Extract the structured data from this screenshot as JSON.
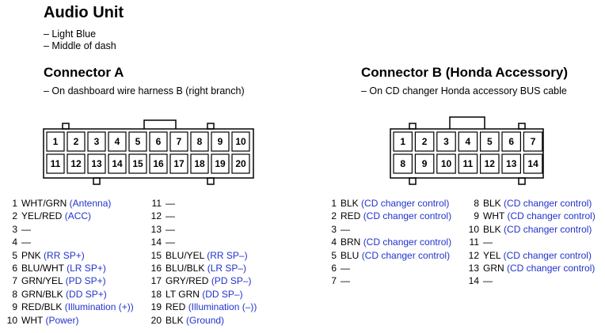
{
  "title": "Audio Unit",
  "unit_notes": [
    "– Light Blue",
    "– Middle of dash"
  ],
  "connector_a": {
    "title": "Connector A",
    "note": "– On dashboard wire harness B (right branch)",
    "top_pins": [
      "1",
      "2",
      "3",
      "4",
      "5",
      "6",
      "7",
      "8",
      "9",
      "10"
    ],
    "bottom_pins": [
      "11",
      "12",
      "13",
      "14",
      "15",
      "16",
      "17",
      "18",
      "19",
      "20"
    ],
    "pins_left": [
      {
        "num": "1",
        "wire": "WHT/GRN",
        "func": "(Antenna)"
      },
      {
        "num": "2",
        "wire": "YEL/RED",
        "func": "(ACC)"
      },
      {
        "num": "3",
        "wire": "—",
        "func": ""
      },
      {
        "num": "4",
        "wire": "—",
        "func": ""
      },
      {
        "num": "5",
        "wire": "PNK",
        "func": "(RR SP+)"
      },
      {
        "num": "6",
        "wire": "BLU/WHT",
        "func": "(LR SP+)"
      },
      {
        "num": "7",
        "wire": "GRN/YEL",
        "func": "(PD SP+)"
      },
      {
        "num": "8",
        "wire": "GRN/BLK",
        "func": "(DD SP+)"
      },
      {
        "num": "9",
        "wire": "RED/BLK",
        "func": "(Illumination (+))"
      },
      {
        "num": "10",
        "wire": "WHT",
        "func": "(Power)"
      }
    ],
    "pins_right": [
      {
        "num": "11",
        "wire": "—",
        "func": ""
      },
      {
        "num": "12",
        "wire": "—",
        "func": ""
      },
      {
        "num": "13",
        "wire": "—",
        "func": ""
      },
      {
        "num": "14",
        "wire": "—",
        "func": ""
      },
      {
        "num": "15",
        "wire": "BLU/YEL",
        "func": "(RR SP–)"
      },
      {
        "num": "16",
        "wire": "BLU/BLK",
        "func": "(LR SP–)"
      },
      {
        "num": "17",
        "wire": "GRY/RED",
        "func": "(PD SP–)"
      },
      {
        "num": "18",
        "wire": "LT GRN",
        "func": "(DD SP–)"
      },
      {
        "num": "19",
        "wire": "RED",
        "func": "(Illumination (–))"
      },
      {
        "num": "20",
        "wire": "BLK",
        "func": "(Ground)"
      }
    ]
  },
  "connector_b": {
    "title": "Connector B (Honda Accessory)",
    "note": "– On CD changer Honda accessory BUS cable",
    "top_pins": [
      "1",
      "2",
      "3",
      "4",
      "5",
      "6",
      "7"
    ],
    "bottom_pins": [
      "8",
      "9",
      "10",
      "11",
      "12",
      "13",
      "14"
    ],
    "pins_left": [
      {
        "num": "1",
        "wire": "BLK",
        "func": "(CD changer control)"
      },
      {
        "num": "2",
        "wire": "RED",
        "func": "(CD changer control)"
      },
      {
        "num": "3",
        "wire": "—",
        "func": ""
      },
      {
        "num": "4",
        "wire": "BRN",
        "func": "(CD changer control)"
      },
      {
        "num": "5",
        "wire": "BLU",
        "func": "(CD changer control)"
      },
      {
        "num": "6",
        "wire": "—",
        "func": ""
      },
      {
        "num": "7",
        "wire": "—",
        "func": ""
      }
    ],
    "pins_right": [
      {
        "num": "8",
        "wire": "BLK",
        "func": "(CD changer control)"
      },
      {
        "num": "9",
        "wire": "WHT",
        "func": "(CD changer control)"
      },
      {
        "num": "10",
        "wire": "BLK",
        "func": "(CD changer control)"
      },
      {
        "num": "11",
        "wire": "—",
        "func": ""
      },
      {
        "num": "12",
        "wire": "YEL",
        "func": "(CD changer control)"
      },
      {
        "num": "13",
        "wire": "GRN",
        "func": "(CD changer control)"
      },
      {
        "num": "14",
        "wire": "—",
        "func": ""
      }
    ]
  }
}
